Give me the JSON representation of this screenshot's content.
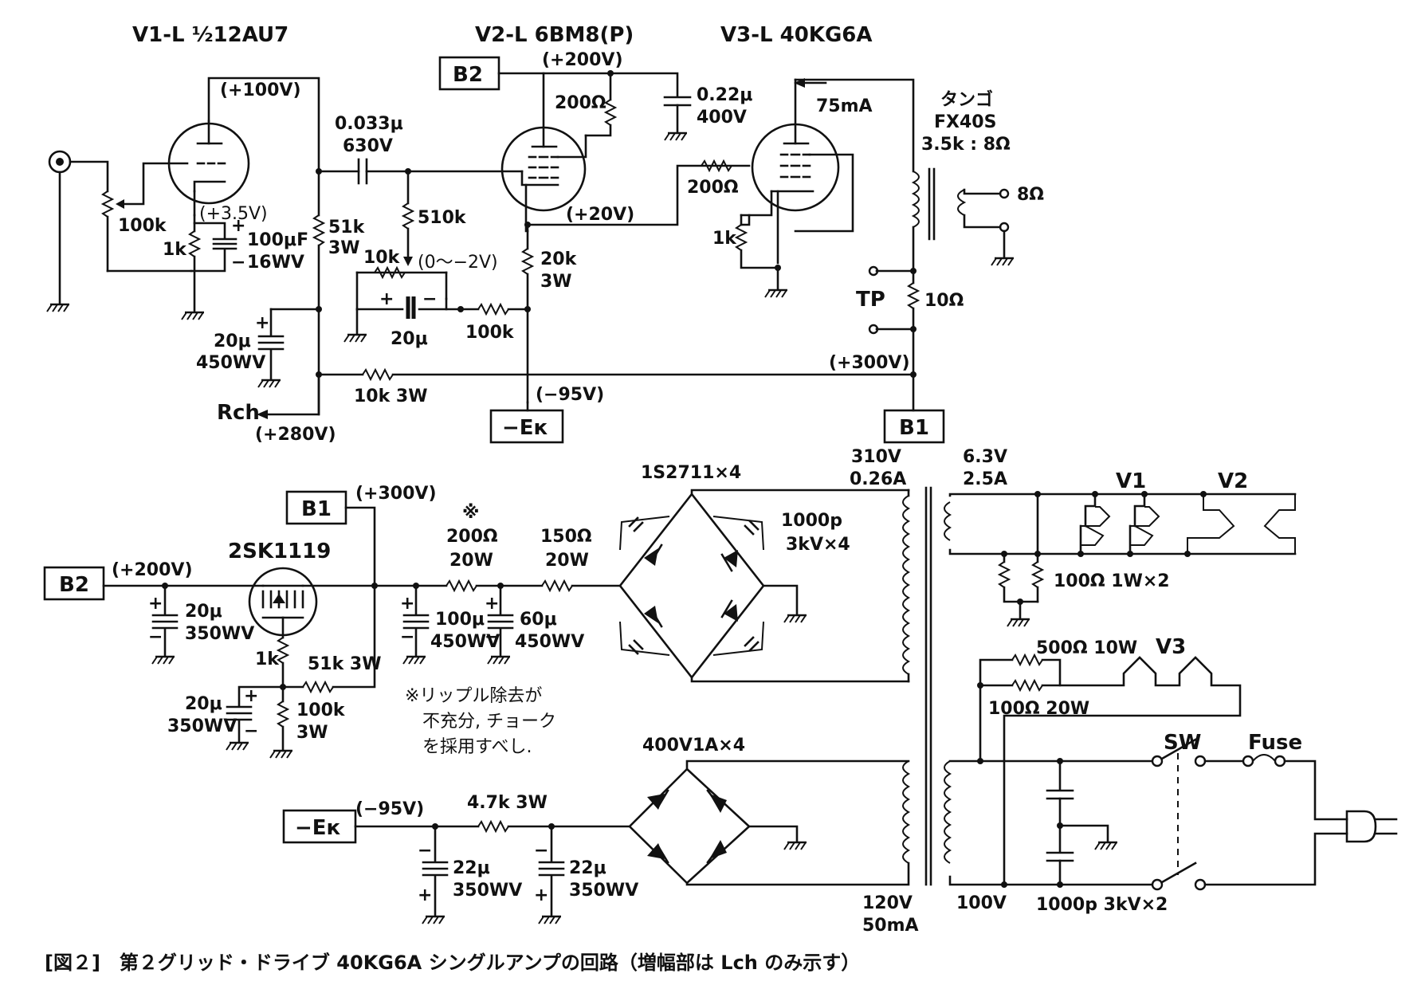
{
  "figure": {
    "caption": "[図２]　第２グリッド・ドライブ 40KG6A シングルアンプの回路（増幅部は Lch のみ示す）"
  },
  "amp": {
    "v1_title": "V1-L ½12AU7",
    "v2_title": "V2-L 6BM8(P)",
    "v3_title": "V3-L 40KG6A",
    "v1_plate_v": "(+100V)",
    "v1_cathode_v": "(+3.5V)",
    "vol_pot": "100k",
    "v1_rk": "1k",
    "v1_ck_value": "100μF",
    "v1_ck_rating": "16WV",
    "coupling_c_value": "0.033μ",
    "coupling_c_rating": "630V",
    "r51k_value": "51k",
    "r51k_rating": "3W",
    "r510k": "510k",
    "bias_pot": "10k",
    "bias_range": "(0〜−2V)",
    "bias_c": "20μ",
    "r100k": "100k",
    "filter_c_value": "20μ",
    "filter_c_rating": "450WV",
    "r10k3w": "10k 3W",
    "rch_label": "Rch",
    "rch_v": "(+280V)",
    "b2_label": "B2",
    "v2_plate_v": "(+200V)",
    "r200": "200Ω",
    "c022_value": "0.22μ",
    "c022_rating": "400V",
    "v2_cathode_v": "(+20V)",
    "r20k_value": "20k",
    "r20k_rating": "3W",
    "ek_label": "−Eк",
    "ek_v": "(−95V)",
    "g2_r": "200Ω",
    "v3_rk": "1k",
    "current": "75mA",
    "opt_brand": "タンゴ",
    "opt_model": "FX40S",
    "opt_ratio": "3.5k : 8Ω",
    "out_8": "8Ω",
    "tp": "TP",
    "r10": "10Ω",
    "b1_v": "(+300V)",
    "b1_label": "B1"
  },
  "psu": {
    "b1_label": "B1",
    "b1_v": "(+300V)",
    "b2_label": "B2",
    "b2_v": "(+200V)",
    "fet": "2SK1119",
    "c20_value": "20μ",
    "c20_rating": "350WV",
    "r1k": "1k",
    "r51k3w": "51k 3W",
    "c20b_value": "20μ",
    "c20b_rating": "350WV",
    "r100k_value": "100k",
    "r100k_rating": "3W",
    "asterisk": "※",
    "r200_value": "200Ω",
    "r200_rating": "20W",
    "r150_value": "150Ω",
    "r150_rating": "20W",
    "c100_value": "100μ",
    "c100_rating": "450WV",
    "c60_value": "60μ",
    "c60_rating": "450WV",
    "note_line1": "※リップル除去が",
    "note_line2": "不充分, チョーク",
    "note_line3": "を採用すべし.",
    "diodes_hv": "1S2711×4",
    "cap_hv_value": "1000p",
    "cap_hv_rating": "3kV×4",
    "hv_sec_v": "310V",
    "hv_sec_a": "0.26A",
    "heater_v": "6.3V",
    "heater_a": "2.5A",
    "v1": "V1",
    "v2": "V2",
    "r100_hum": "100Ω 1W×2",
    "r500": "500Ω 10W",
    "v3": "V3",
    "r100_20w": "100Ω 20W",
    "sw": "SW",
    "fuse": "Fuse",
    "ek_label": "−Eк",
    "ek_v": "(−95V)",
    "r47k": "4.7k 3W",
    "diodes_bias": "400V1A×4",
    "c22a_value": "22μ",
    "c22a_rating": "350WV",
    "c22b_value": "22μ",
    "c22b_rating": "350WV",
    "bias_sec_v": "120V",
    "bias_sec_a": "50mA",
    "primary_v": "100V",
    "line_cap": "1000p 3kV×2"
  }
}
